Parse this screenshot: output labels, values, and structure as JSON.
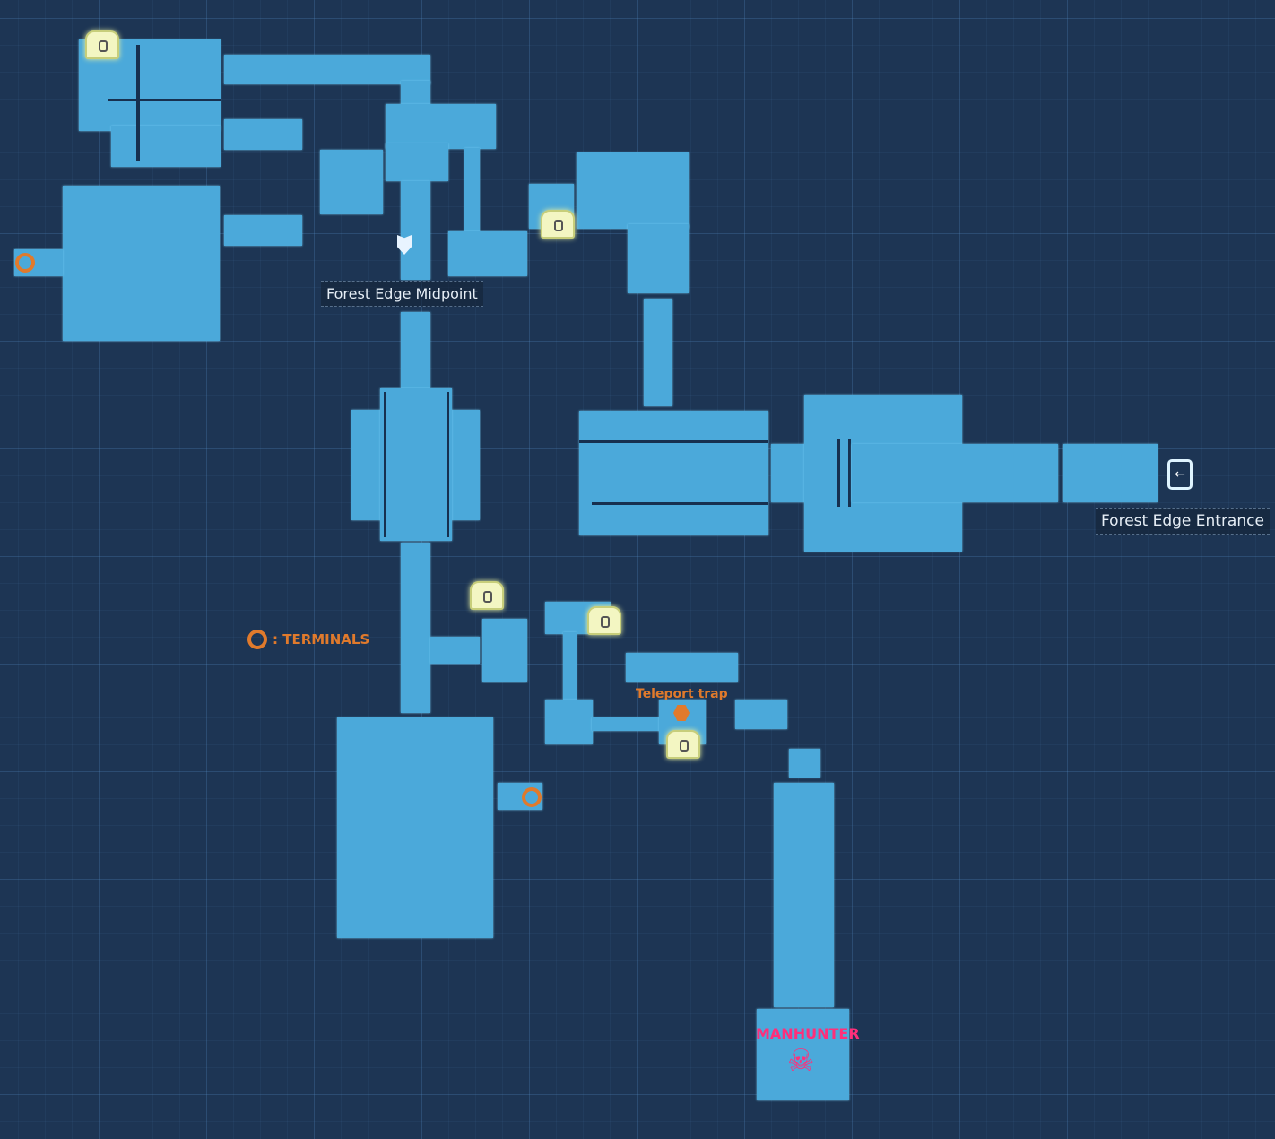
{
  "labels": {
    "midpoint": "Forest Edge Midpoint",
    "entrance": "Forest Edge Entrance",
    "legend_terminals": ": TERMINALS",
    "teleport": "Teleport trap",
    "boss": "MANHUNTER"
  },
  "icons": {
    "chest": "chest-icon",
    "terminal": "terminal-ring-icon",
    "boss": "skull-icon",
    "teleport": "hexagon-icon",
    "exit": "exit-door-icon",
    "player": "shield-marker-icon"
  },
  "colors": {
    "room": "#4ba9da",
    "background": "#1d3554",
    "terminal": "#e07a2c",
    "boss": "#ff2f7a",
    "chest": "#f3f6c2"
  }
}
